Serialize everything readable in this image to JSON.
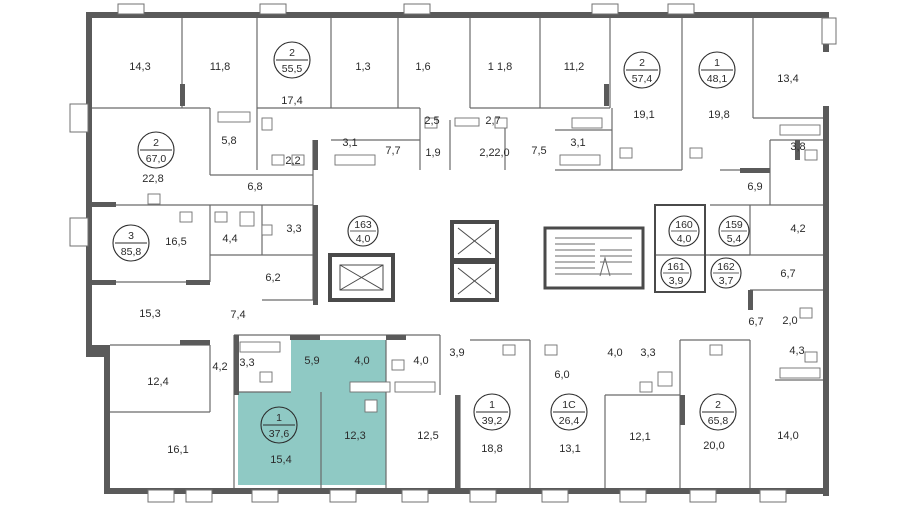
{
  "plan": {
    "highlight_color": "#8fc9c4",
    "wall_color": "#5a5a5a",
    "rooms": [
      {
        "id": "r1",
        "area": "14,3"
      },
      {
        "id": "r2",
        "area": "11,8"
      },
      {
        "id": "r3",
        "area": "17,4"
      },
      {
        "id": "r4",
        "area": "1,3"
      },
      {
        "id": "r5",
        "area": "1,6"
      },
      {
        "id": "r6",
        "area": "1 1,8"
      },
      {
        "id": "r7",
        "area": "11,2"
      },
      {
        "id": "r8",
        "area": "19,1"
      },
      {
        "id": "r9",
        "area": "19,8"
      },
      {
        "id": "r10",
        "area": "13,4"
      },
      {
        "id": "r11",
        "area": "5,8"
      },
      {
        "id": "r12",
        "area": "2,2"
      },
      {
        "id": "r13",
        "area": "3,1"
      },
      {
        "id": "r14",
        "area": "7,7"
      },
      {
        "id": "r15",
        "area": "2,5"
      },
      {
        "id": "r16",
        "area": "1,9"
      },
      {
        "id": "r17",
        "area": "2,7"
      },
      {
        "id": "r18",
        "area": "2,2"
      },
      {
        "id": "r19",
        "area": "2,0"
      },
      {
        "id": "r20",
        "area": "7,5"
      },
      {
        "id": "r21",
        "area": "3,1"
      },
      {
        "id": "r22",
        "area": "22,8"
      },
      {
        "id": "r23",
        "area": "6,8"
      },
      {
        "id": "r24",
        "area": "3,8"
      },
      {
        "id": "r25",
        "area": "6,9"
      },
      {
        "id": "r26",
        "area": "16,5"
      },
      {
        "id": "r27",
        "area": "4,4"
      },
      {
        "id": "r28",
        "area": "3,3"
      },
      {
        "id": "r29",
        "area": "4,2"
      },
      {
        "id": "r30",
        "area": "6,2"
      },
      {
        "id": "r31",
        "area": "6,7"
      },
      {
        "id": "r32",
        "area": "15,3"
      },
      {
        "id": "r33",
        "area": "7,4"
      },
      {
        "id": "r34",
        "area": "6,7"
      },
      {
        "id": "r35",
        "area": "2,0"
      },
      {
        "id": "r36",
        "area": "4,3"
      },
      {
        "id": "r37",
        "area": "3,3"
      },
      {
        "id": "r38",
        "area": "5,9"
      },
      {
        "id": "r39",
        "area": "4,0"
      },
      {
        "id": "r40",
        "area": "4,0"
      },
      {
        "id": "r41",
        "area": "3,9"
      },
      {
        "id": "r42",
        "area": "6,0"
      },
      {
        "id": "r43",
        "area": "4,0"
      },
      {
        "id": "r44",
        "area": "3,3"
      },
      {
        "id": "r45",
        "area": "4,2"
      },
      {
        "id": "r46",
        "area": "12,4"
      },
      {
        "id": "r47",
        "area": "16,1"
      },
      {
        "id": "r48",
        "area": "15,4"
      },
      {
        "id": "r49",
        "area": "12,3"
      },
      {
        "id": "r50",
        "area": "12,5"
      },
      {
        "id": "r51",
        "area": "18,8"
      },
      {
        "id": "r52",
        "area": "13,1"
      },
      {
        "id": "r53",
        "area": "12,1"
      },
      {
        "id": "r54",
        "area": "20,0"
      },
      {
        "id": "r55",
        "area": "14,0"
      }
    ],
    "apartments": [
      {
        "id": "a1",
        "rooms": "2",
        "area": "55,5"
      },
      {
        "id": "a2",
        "rooms": "2",
        "area": "57,4"
      },
      {
        "id": "a3",
        "rooms": "1",
        "area": "48,1"
      },
      {
        "id": "a4",
        "rooms": "2",
        "area": "67,0"
      },
      {
        "id": "a5",
        "rooms": "3",
        "area": "85,8"
      },
      {
        "id": "a6",
        "rooms": "1",
        "area": "37,6"
      },
      {
        "id": "a7",
        "rooms": "1",
        "area": "39,2"
      },
      {
        "id": "a8",
        "rooms": "1С",
        "area": "26,4"
      },
      {
        "id": "a9",
        "rooms": "2",
        "area": "65,8"
      }
    ],
    "storage": [
      {
        "id": "s163",
        "num": "163",
        "area": "4,0"
      },
      {
        "id": "s160",
        "num": "160",
        "area": "4,0"
      },
      {
        "id": "s159",
        "num": "159",
        "area": "5,4"
      },
      {
        "id": "s161",
        "num": "161",
        "area": "3,9"
      },
      {
        "id": "s162",
        "num": "162",
        "area": "3,7"
      }
    ]
  }
}
